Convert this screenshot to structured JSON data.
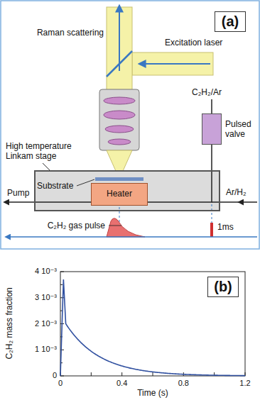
{
  "diagram": {
    "nodes": [
      {
        "text": [
          "(a)"
        ]
      },
      {
        "text": [
          "Pulsed valve"
        ]
      },
      {
        "text": [
          "High temperature Linkam stage"
        ]
      },
      {
        "text": [
          "Heater"
        ],
        "in": 2
      },
      {
        "text": [
          "(b)"
        ]
      }
    ],
    "edges": [
      {
        "from": 1,
        "to": 2,
        "arrow": "none"
      }
    ],
    "labels": [
      "Raman scattering",
      "Excitation laser",
      "C₂H₂/Ar",
      "Substrate",
      "Pump",
      "Ar/H₂",
      "C₂H₂ gas pulse",
      "1ms",
      "4 10⁻³",
      "3 10⁻³",
      "2 10⁻³",
      "1 10⁻³",
      "0",
      "0",
      "0.4",
      "0.8",
      "1.2",
      "C₂H₂ mass fraction",
      "Time (s)"
    ]
  }
}
